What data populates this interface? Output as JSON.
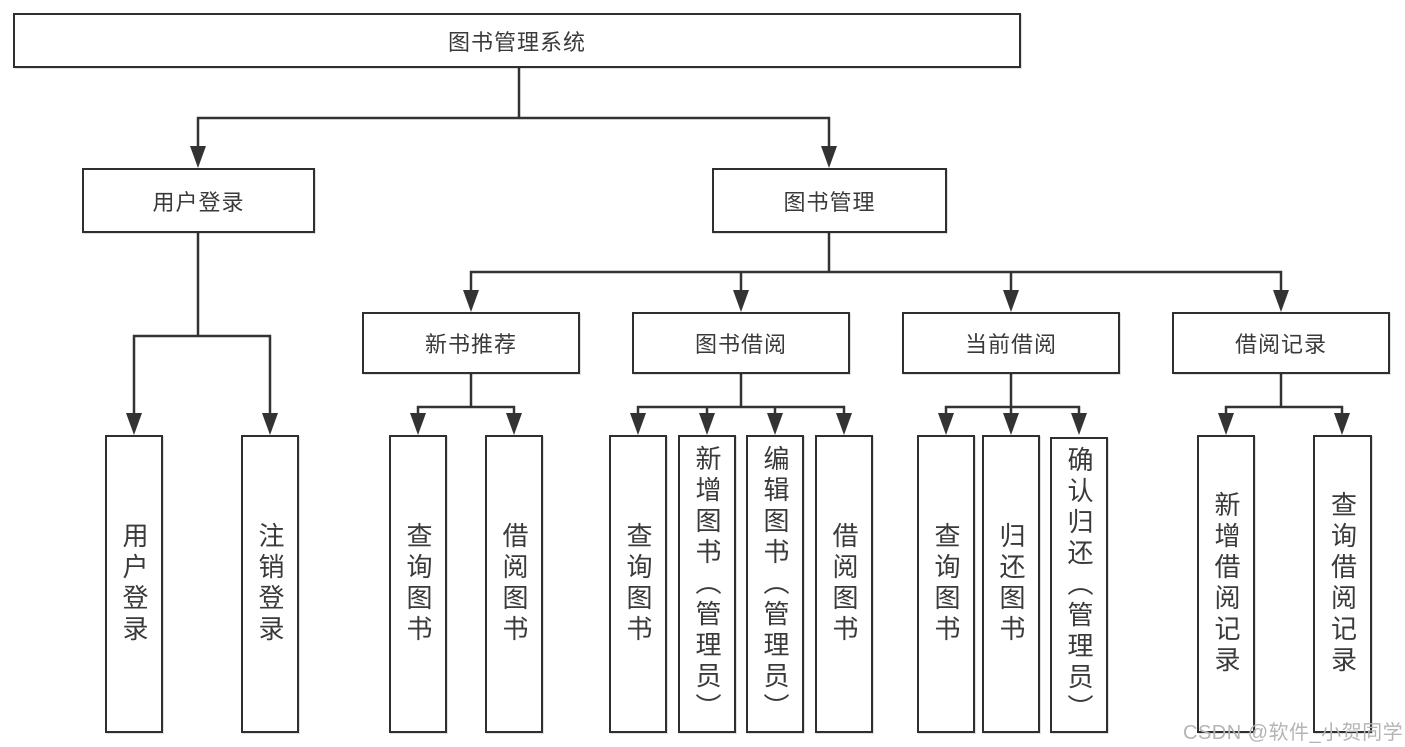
{
  "title": "图书管理系统",
  "nodes": {
    "root": {
      "label": "图书管理系统"
    },
    "level2": [
      {
        "label": "用户登录"
      },
      {
        "label": "图书管理"
      }
    ],
    "level3": [
      {
        "label": "新书推荐"
      },
      {
        "label": "图书借阅"
      },
      {
        "label": "当前借阅"
      },
      {
        "label": "借阅记录"
      }
    ]
  },
  "leaves": [
    {
      "label": "用户登录"
    },
    {
      "label": "注销登录"
    },
    {
      "label": "查询图书"
    },
    {
      "label": "借阅图书"
    },
    {
      "label": "查询图书"
    },
    {
      "label": "新增图书（管理员）"
    },
    {
      "label": "编辑图书（管理员）"
    },
    {
      "label": "借阅图书"
    },
    {
      "label": "查询图书"
    },
    {
      "label": "归还图书"
    },
    {
      "label": "确认归还（管理员）"
    },
    {
      "label": "新增借阅记录"
    },
    {
      "label": "查询借阅记录"
    }
  ],
  "tree": {
    "图书管理系统": [
      "用户登录",
      "图书管理"
    ],
    "用户登录": [
      "用户登录",
      "注销登录"
    ],
    "图书管理": [
      "新书推荐",
      "图书借阅",
      "当前借阅",
      "借阅记录"
    ],
    "新书推荐": [
      "查询图书",
      "借阅图书"
    ],
    "图书借阅": [
      "查询图书",
      "新增图书（管理员）",
      "编辑图书（管理员）",
      "借阅图书"
    ],
    "当前借阅": [
      "查询图书",
      "归还图书",
      "确认归还（管理员）"
    ],
    "借阅记录": [
      "新增借阅记录",
      "查询借阅记录"
    ]
  },
  "watermark": {
    "text": "CSDN @软件_小贺同学"
  },
  "colors": {
    "line": "#333333",
    "box_border": "#2f2f2f",
    "text": "#3a3a3a",
    "watermark": "#b5b5b5",
    "background": "#ffffff"
  }
}
